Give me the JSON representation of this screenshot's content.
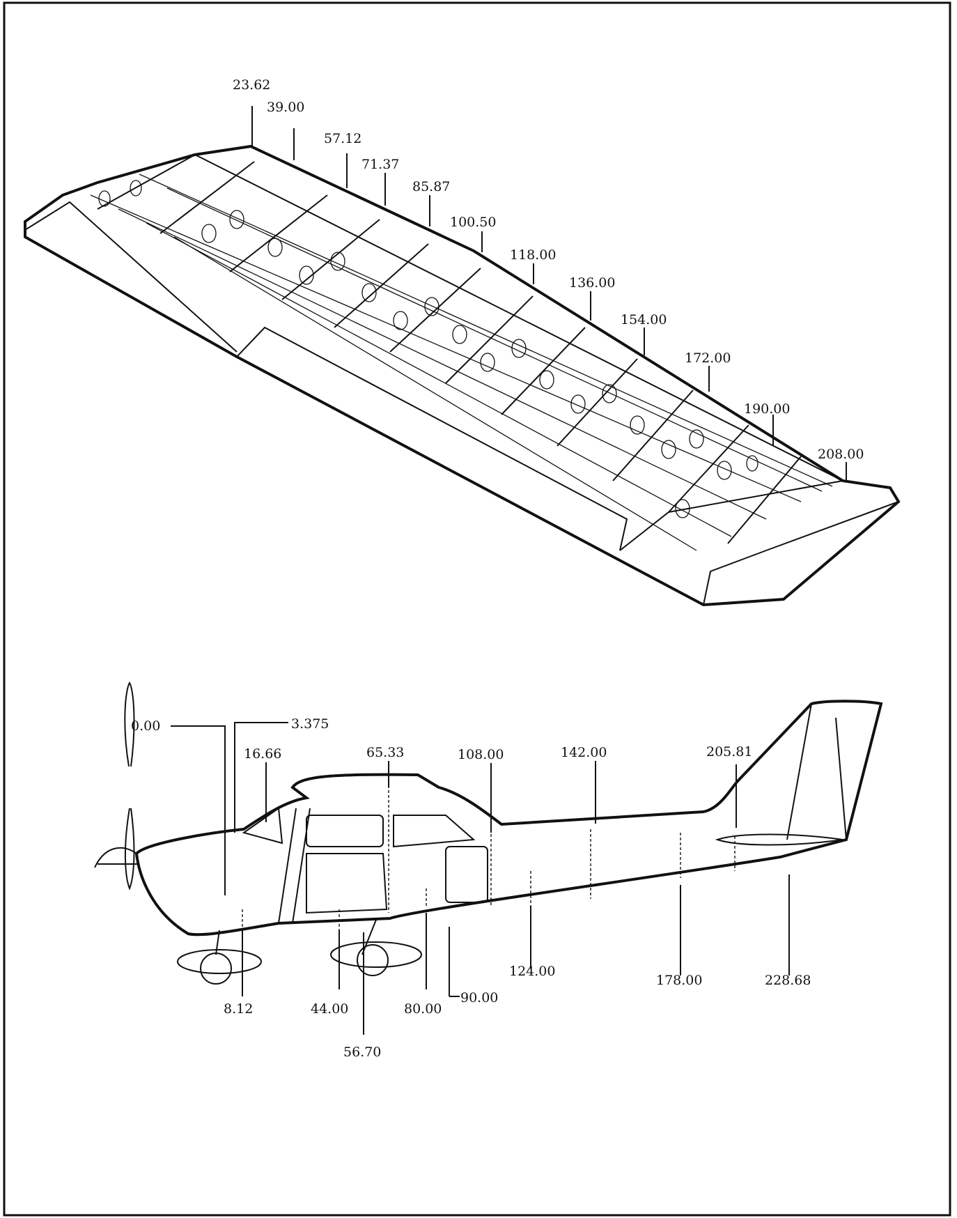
{
  "wing": {
    "stations": [
      "23.62",
      "39.00",
      "57.12",
      "71.37",
      "85.87",
      "100.50",
      "118.00",
      "136.00",
      "154.00",
      "172.00",
      "190.00",
      "208.00"
    ]
  },
  "fuselage": {
    "stations_top": [
      "0.00",
      "3.375",
      "16.66",
      "65.33",
      "108.00",
      "142.00",
      "205.81"
    ],
    "stations_bottom": [
      "8.12",
      "44.00",
      "56.70",
      "80.00",
      "90.00",
      "124.00",
      "178.00",
      "228.68"
    ]
  }
}
